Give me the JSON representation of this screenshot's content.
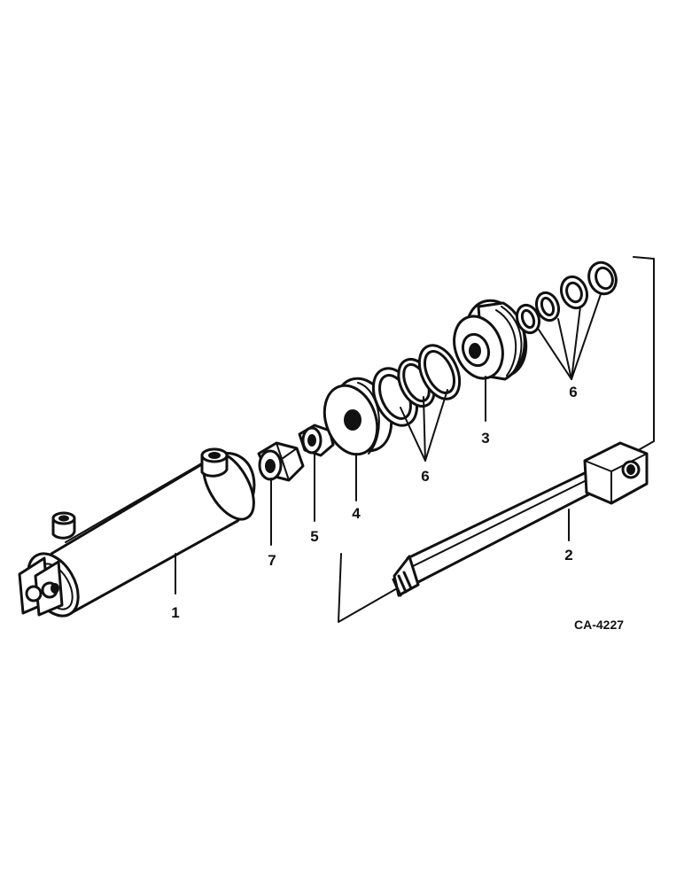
{
  "figure_code": "CA-4227",
  "callouts": {
    "c1": "1",
    "c2": "2",
    "c3": "3",
    "c4": "4",
    "c5": "5",
    "c6a": "6",
    "c6b": "6",
    "c7": "7"
  }
}
